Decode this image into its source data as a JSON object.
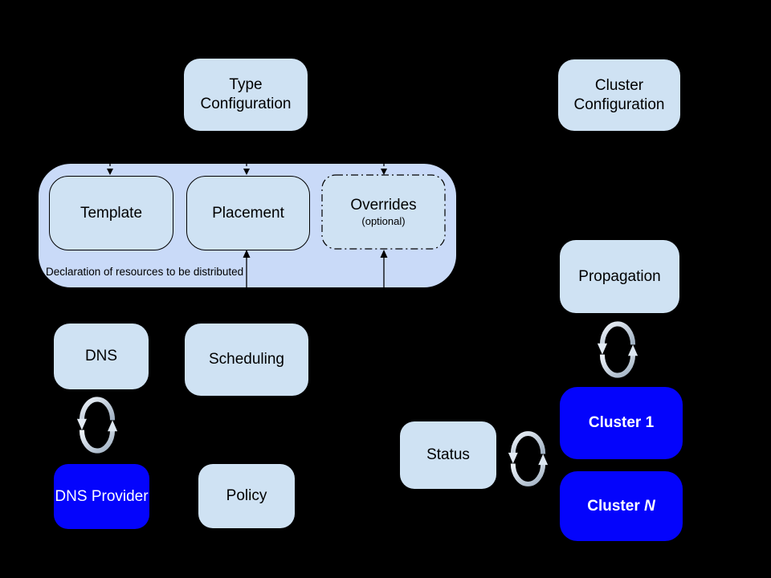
{
  "diagram": {
    "background": "#000000",
    "colors": {
      "node_fill": "#cfe2f3",
      "group_fill": "#c9daf8",
      "cluster_fill": "#0404fc",
      "text": "#000000",
      "text_inverse": "#ffffff"
    },
    "nodes": {
      "type_configuration": {
        "label": "Type Configuration"
      },
      "cluster_configuration": {
        "label": "Cluster Configuration"
      },
      "template": {
        "label": "Template"
      },
      "placement": {
        "label": "Placement"
      },
      "overrides": {
        "label": "Overrides",
        "sublabel": "(optional)"
      },
      "group_caption": {
        "label": "Declaration of resources to be distributed"
      },
      "dns": {
        "label": "DNS"
      },
      "scheduling": {
        "label": "Scheduling"
      },
      "propagation": {
        "label": "Propagation"
      },
      "dns_provider": {
        "label": "DNS Provider"
      },
      "policy": {
        "label": "Policy"
      },
      "status": {
        "label": "Status"
      },
      "cluster_1": {
        "label": "Cluster 1"
      },
      "cluster_n": {
        "prefix": "Cluster ",
        "suffix": "N"
      }
    },
    "icons": {
      "sync": "sync-icon"
    }
  }
}
